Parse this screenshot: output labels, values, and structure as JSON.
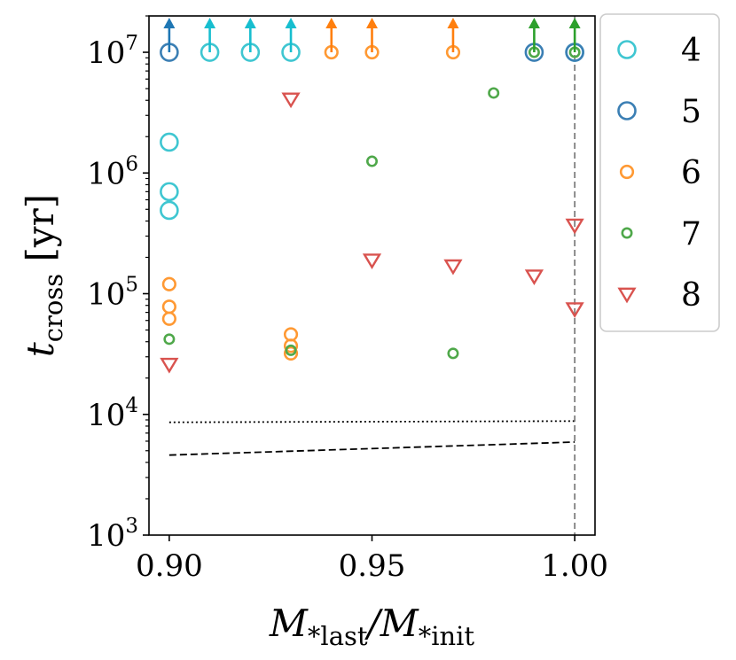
{
  "chart_data": {
    "type": "scatter",
    "x_axis": {
      "label_main": "M",
      "label_sub1": "*last",
      "label_slash": "/",
      "label_main2": "M",
      "label_sub2": "*init",
      "range": [
        0.895,
        1.005
      ],
      "ticks": [
        0.9,
        0.95,
        1.0
      ],
      "tick_labels": [
        "0.90",
        "0.95",
        "1.00"
      ]
    },
    "y_axis": {
      "label_main": "t",
      "label_sub": "cross",
      "label_unit": " [yr]",
      "scale": "log",
      "range": [
        1000,
        20000000
      ],
      "ticks": [
        1000,
        10000,
        100000,
        1000000,
        10000000
      ],
      "tick_base": "10",
      "tick_exponents": [
        "3",
        "4",
        "5",
        "6",
        "7"
      ]
    },
    "grid": false,
    "legend_position": "outside-right-top",
    "series": [
      {
        "name": "4",
        "color": "#3fc6d1",
        "marker": "circle-large",
        "points": [
          [
            0.9,
            1800000
          ],
          [
            0.9,
            700000
          ],
          [
            0.9,
            490000
          ],
          [
            0.91,
            10000000
          ],
          [
            0.92,
            10000000
          ],
          [
            0.93,
            10000000
          ],
          [
            1.0,
            10000000
          ]
        ],
        "lower_limits_x": [
          0.91,
          0.92,
          0.93
        ]
      },
      {
        "name": "5",
        "color": "#3b7fb4",
        "marker": "circle-large",
        "points": [
          [
            0.9,
            10000000
          ],
          [
            0.99,
            10000000
          ],
          [
            1.0,
            10000000
          ]
        ],
        "lower_limits_x": [
          0.9
        ]
      },
      {
        "name": "6",
        "color": "#ff9933",
        "marker": "circle-medium",
        "points": [
          [
            0.9,
            120000
          ],
          [
            0.9,
            78000
          ],
          [
            0.9,
            62000
          ],
          [
            0.93,
            46000
          ],
          [
            0.93,
            37000
          ],
          [
            0.93,
            32000
          ],
          [
            0.94,
            10000000
          ],
          [
            0.95,
            10000000
          ],
          [
            0.97,
            10000000
          ]
        ],
        "lower_limits_x": [
          0.94,
          0.95,
          0.97
        ]
      },
      {
        "name": "7",
        "color": "#4fa84a",
        "marker": "circle-small",
        "points": [
          [
            0.9,
            42000
          ],
          [
            0.93,
            34000
          ],
          [
            0.95,
            1250000
          ],
          [
            0.97,
            32000
          ],
          [
            0.98,
            4600000
          ],
          [
            0.99,
            10000000
          ],
          [
            1.0,
            10000000
          ]
        ],
        "lower_limits_x": [
          0.99,
          1.0
        ]
      },
      {
        "name": "8",
        "color": "#d9534f",
        "marker": "triangle-down",
        "points": [
          [
            0.9,
            26000
          ],
          [
            0.93,
            4100000
          ],
          [
            0.95,
            190000
          ],
          [
            0.97,
            170000
          ],
          [
            0.99,
            140000
          ],
          [
            1.0,
            370000
          ],
          [
            1.0,
            75000
          ]
        ],
        "lower_limits_x": []
      }
    ],
    "arrow_colors": {
      "0.90": "#1f77b4",
      "0.91": "#17becf",
      "0.92": "#17becf",
      "0.93": "#17becf",
      "0.94": "#ff7f0e",
      "0.95": "#ff7f0e",
      "0.97": "#ff7f0e",
      "0.99": "#2ca02c",
      "1.00": "#2ca02c"
    },
    "reference_lines": [
      {
        "style": "dotted",
        "color": "#000000",
        "points": [
          [
            0.9,
            8600
          ],
          [
            1.0,
            8800
          ]
        ]
      },
      {
        "style": "dashed",
        "color": "#000000",
        "points": [
          [
            0.9,
            4600
          ],
          [
            1.0,
            5900
          ]
        ]
      },
      {
        "style": "dashed-vertical",
        "color": "#808080",
        "x": 1.0
      }
    ]
  }
}
